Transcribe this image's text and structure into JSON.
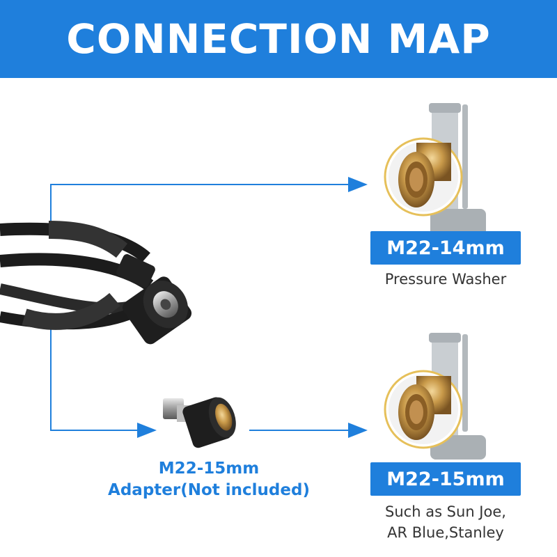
{
  "title": "CONNECTION MAP",
  "colors": {
    "accent": "#1f7fdc",
    "text": "#333333"
  },
  "targets": [
    {
      "badge": "M22-14mm",
      "caption_lines": [
        "Pressure Washer"
      ]
    },
    {
      "badge": "M22-15mm",
      "caption_lines": [
        "Such as Sun Joe,",
        "AR Blue,Stanley"
      ]
    }
  ],
  "adapter": {
    "label_lines": [
      "M22-15mm",
      "Adapter(Not included)"
    ]
  },
  "icons": [
    "hose-image",
    "adapter-image",
    "pressure-washer-image",
    "brass-fitting-image",
    "arrow-icon"
  ]
}
